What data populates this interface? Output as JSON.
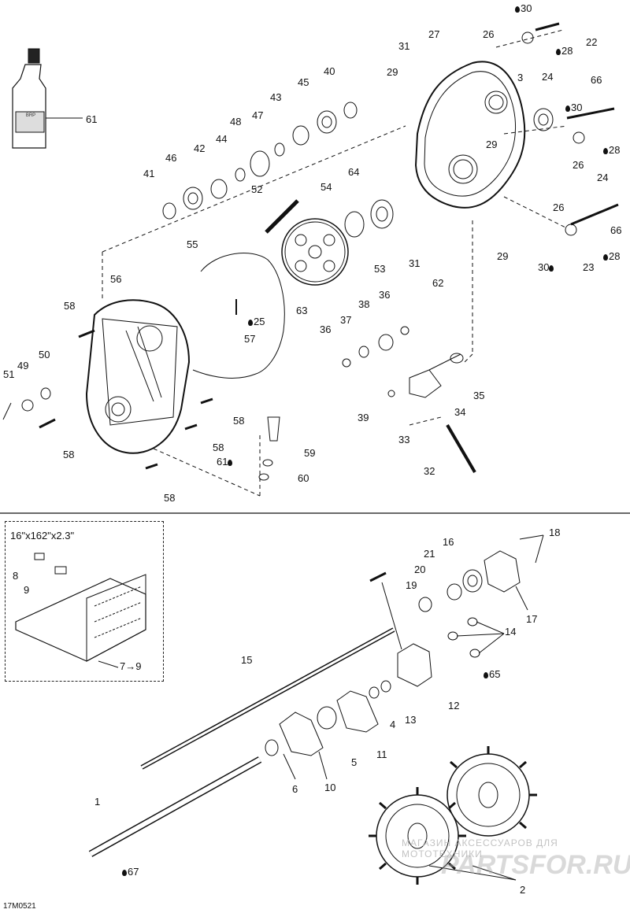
{
  "diagram": {
    "ref_code": "17M0521",
    "inset_title": "16\"x162\"x2.3\"",
    "bottle_brand": "BRP",
    "watermark_text": "МАГАЗИН АКСЕССУАРОВ ДЛЯ МОТОТЕХНИКИ",
    "watermark_logo": "PARTSFOR.RU",
    "drop_icon": "lubricant-drop-icon",
    "labels": {
      "p1": "1",
      "p2": "2",
      "p3": "3",
      "p4": "4",
      "p5": "5",
      "p6": "6",
      "p10": "10",
      "p11": "11",
      "p12": "12",
      "p13": "13",
      "p14": "14",
      "p15": "15",
      "p16": "16",
      "p17": "17",
      "p18": "18",
      "p19": "19",
      "p20": "20",
      "p21": "21",
      "p22": "22",
      "p23": "23",
      "p24a": "24",
      "p24b": "24",
      "p25": "25",
      "p26a": "26",
      "p26b": "26",
      "p26c": "26",
      "p27": "27",
      "p28a": "28",
      "p28b": "28",
      "p28c": "28",
      "p29a": "29",
      "p29b": "29",
      "p29c": "29",
      "p30a": "30",
      "p30b": "30",
      "p30c": "30",
      "p31a": "31",
      "p31b": "31",
      "p32": "32",
      "p33": "33",
      "p34": "34",
      "p35": "35",
      "p36a": "36",
      "p36b": "36",
      "p37": "37",
      "p38": "38",
      "p39": "39",
      "p40": "40",
      "p41": "41",
      "p42": "42",
      "p43": "43",
      "p44": "44",
      "p45": "45",
      "p46": "46",
      "p47": "47",
      "p48": "48",
      "p49": "49",
      "p50": "50",
      "p51": "51",
      "p52": "52",
      "p53": "53",
      "p54": "54",
      "p55": "55",
      "p56": "56",
      "p57": "57",
      "p58a": "58",
      "p58b": "58",
      "p58c": "58",
      "p58d": "58",
      "p58e": "58",
      "p59": "59",
      "p60": "60",
      "p61a": "61",
      "p61b": "61",
      "p62": "62",
      "p63": "63",
      "p64": "64",
      "p65": "65",
      "p66a": "66",
      "p66b": "66",
      "p67": "67",
      "p8": "8",
      "p9": "9",
      "p79": "7→9"
    }
  }
}
